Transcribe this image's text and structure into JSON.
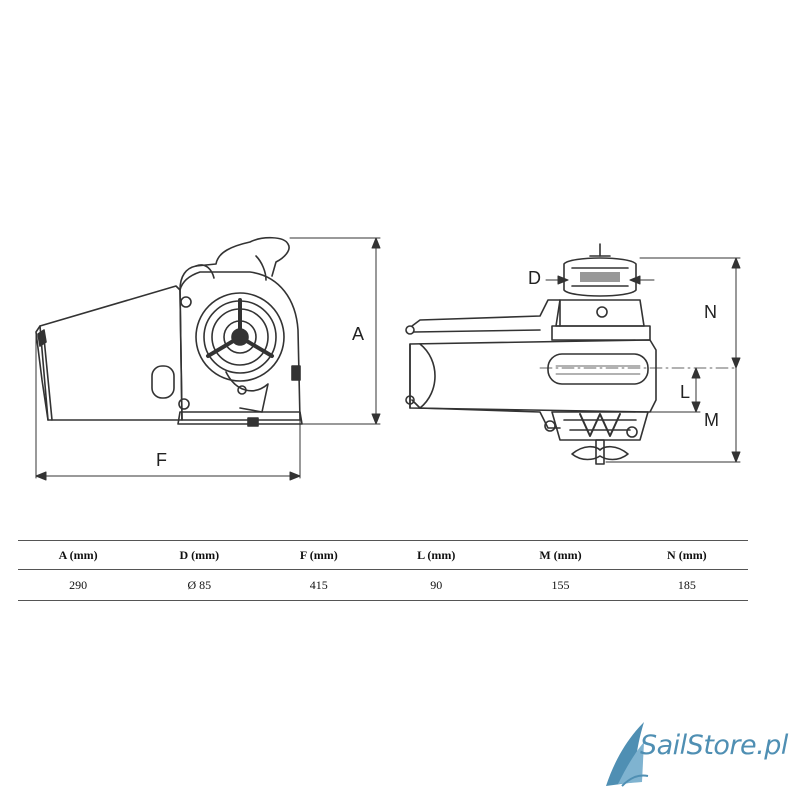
{
  "drawing": {
    "labels": {
      "A": "A",
      "F": "F",
      "D": "D",
      "N": "N",
      "L": "L",
      "M": "M"
    }
  },
  "table": {
    "headers": [
      "A (mm)",
      "D (mm)",
      "F (mm)",
      "L (mm)",
      "M (mm)",
      "N (mm)"
    ],
    "rows": [
      [
        "290",
        "Ø 85",
        "415",
        "90",
        "155",
        "185"
      ]
    ]
  },
  "brand": {
    "name": "SailStore.pl",
    "color": "#4f8fb3"
  },
  "colors": {
    "line": "#333333",
    "accent": "#4f8fb3"
  }
}
